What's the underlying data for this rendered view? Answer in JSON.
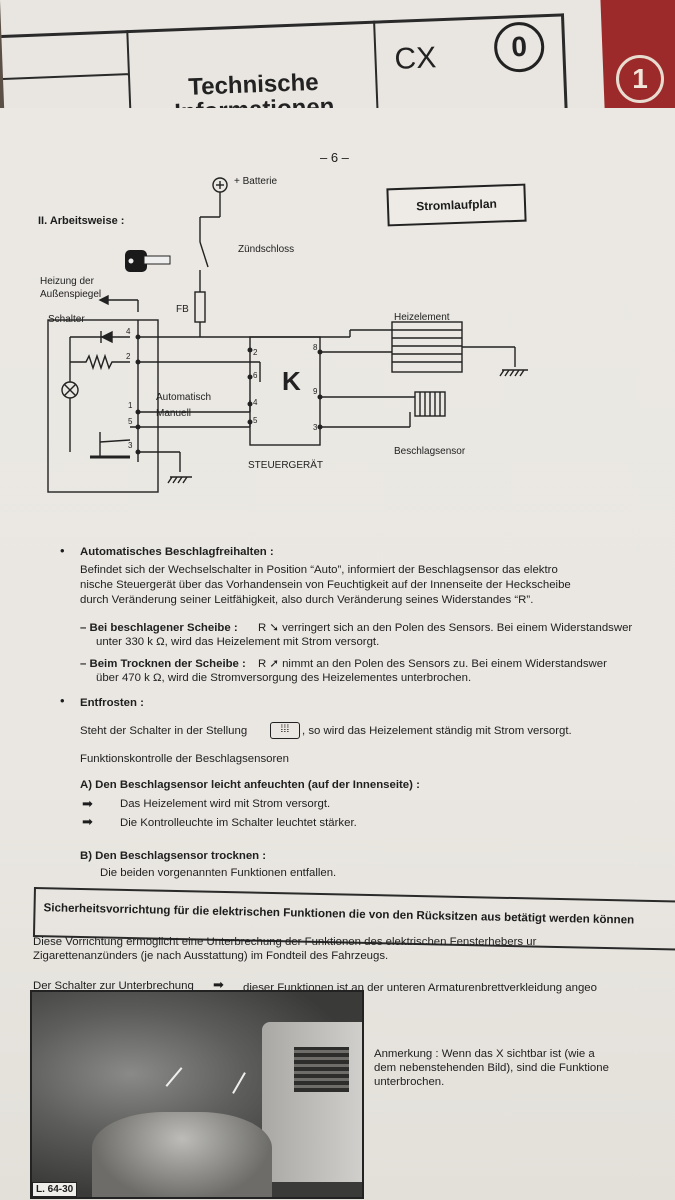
{
  "header": {
    "title_line1": "Technische",
    "title_line2": "Informationen",
    "model": "CX",
    "section_number": "0",
    "tab_number": "1"
  },
  "page": {
    "number": "– 6 –",
    "section_title": "II. Arbeitsweise :",
    "diagram_badge": "Stromlaufplan"
  },
  "diagram": {
    "battery": "+ Batterie",
    "ignition": "Zündschloss",
    "mirror_heating_line1": "Heizung der",
    "mirror_heating_line2": "Außenspiegel",
    "switch": "Schalter",
    "fuse": "FB",
    "heater": "Heizelement",
    "automatic": "Automatisch",
    "manual": "Manuell",
    "control_unit": "STEUERGERÄT",
    "control_symbol": "K",
    "sensor": "Beschlagsensor",
    "pins_left": [
      "4",
      "2",
      "1",
      "5",
      "3"
    ],
    "pins_unit_left": [
      "2",
      "6",
      "4",
      "5"
    ],
    "pins_unit_right": [
      "8",
      "9",
      "3"
    ]
  },
  "content": {
    "auto_title": "Automatisches Beschlagfreihalten :",
    "auto_line1": "Befindet sich der Wechselschalter in Position “Auto”, informiert der Beschlagsensor das elektro",
    "auto_line2": "nische Steuergerät über das Vorhandensein von Feuchtigkeit auf der Innenseite der Heckscheibe",
    "auto_line3": "durch Veränderung seiner Leitfähigkeit, also durch Veränderung seines Widerstandes “R”.",
    "fogged_title": "– Bei beschlagener Scheibe :",
    "fogged_line1": "R ➘ verringert sich an den Polen des Sensors. Bei einem Widerstandswer",
    "fogged_line2": "unter 330 k Ω, wird das Heizelement mit Strom versorgt.",
    "dry_title": "– Beim Trocknen der Scheibe :",
    "dry_line1": "R ➚ nimmt an den Polen des Sensors zu. Bei einem Widerstandswer",
    "dry_line2": "über 470 k Ω, wird die Stromversorgung des Heizelementes unterbrochen.",
    "defrost_title": "Entfrosten :",
    "defrost_text_a": "Steht der Schalter in der Stellung",
    "defrost_text_b": ", so wird das Heizelement ständig mit Strom versorgt.",
    "func_check": "Funktionskontrolle der Beschlagsensoren",
    "step_a": "A) Den Beschlagsensor leicht anfeuchten (auf der Innenseite) :",
    "step_a_r1": "Das Heizelement wird mit Strom versorgt.",
    "step_a_r2": "Die Kontrolleuchte im Schalter leuchtet stärker.",
    "step_b": "B) Den Beschlagsensor trocknen :",
    "step_b_r1": "Die beiden vorgenannten Funktionen entfallen."
  },
  "safety": {
    "banner": "Sicherheitsvorrichtung für die elektrischen Funktionen die von den Rücksitzen aus betätigt werden können",
    "text_line1": "Diese Vorrichtung ermöglicht eine Unterbrechung der Funktionen des elektrischen Fensterhebers ur",
    "text_line2": "Zigarettenanzünders (je nach Ausstattung) im Fondteil des Fahrzeugs.",
    "switch_line_a": "Der Schalter zur Unterbrechung",
    "switch_line_b": "dieser Funktionen ist an der unteren Armaturenbrettverkleidung angeo",
    "note_line1": "Anmerkung : Wenn das X sichtbar ist (wie a",
    "note_line2": "dem nebenstehenden Bild), sind die Funktione",
    "note_line3": "unterbrochen.",
    "photo_label": "L. 64-30"
  }
}
